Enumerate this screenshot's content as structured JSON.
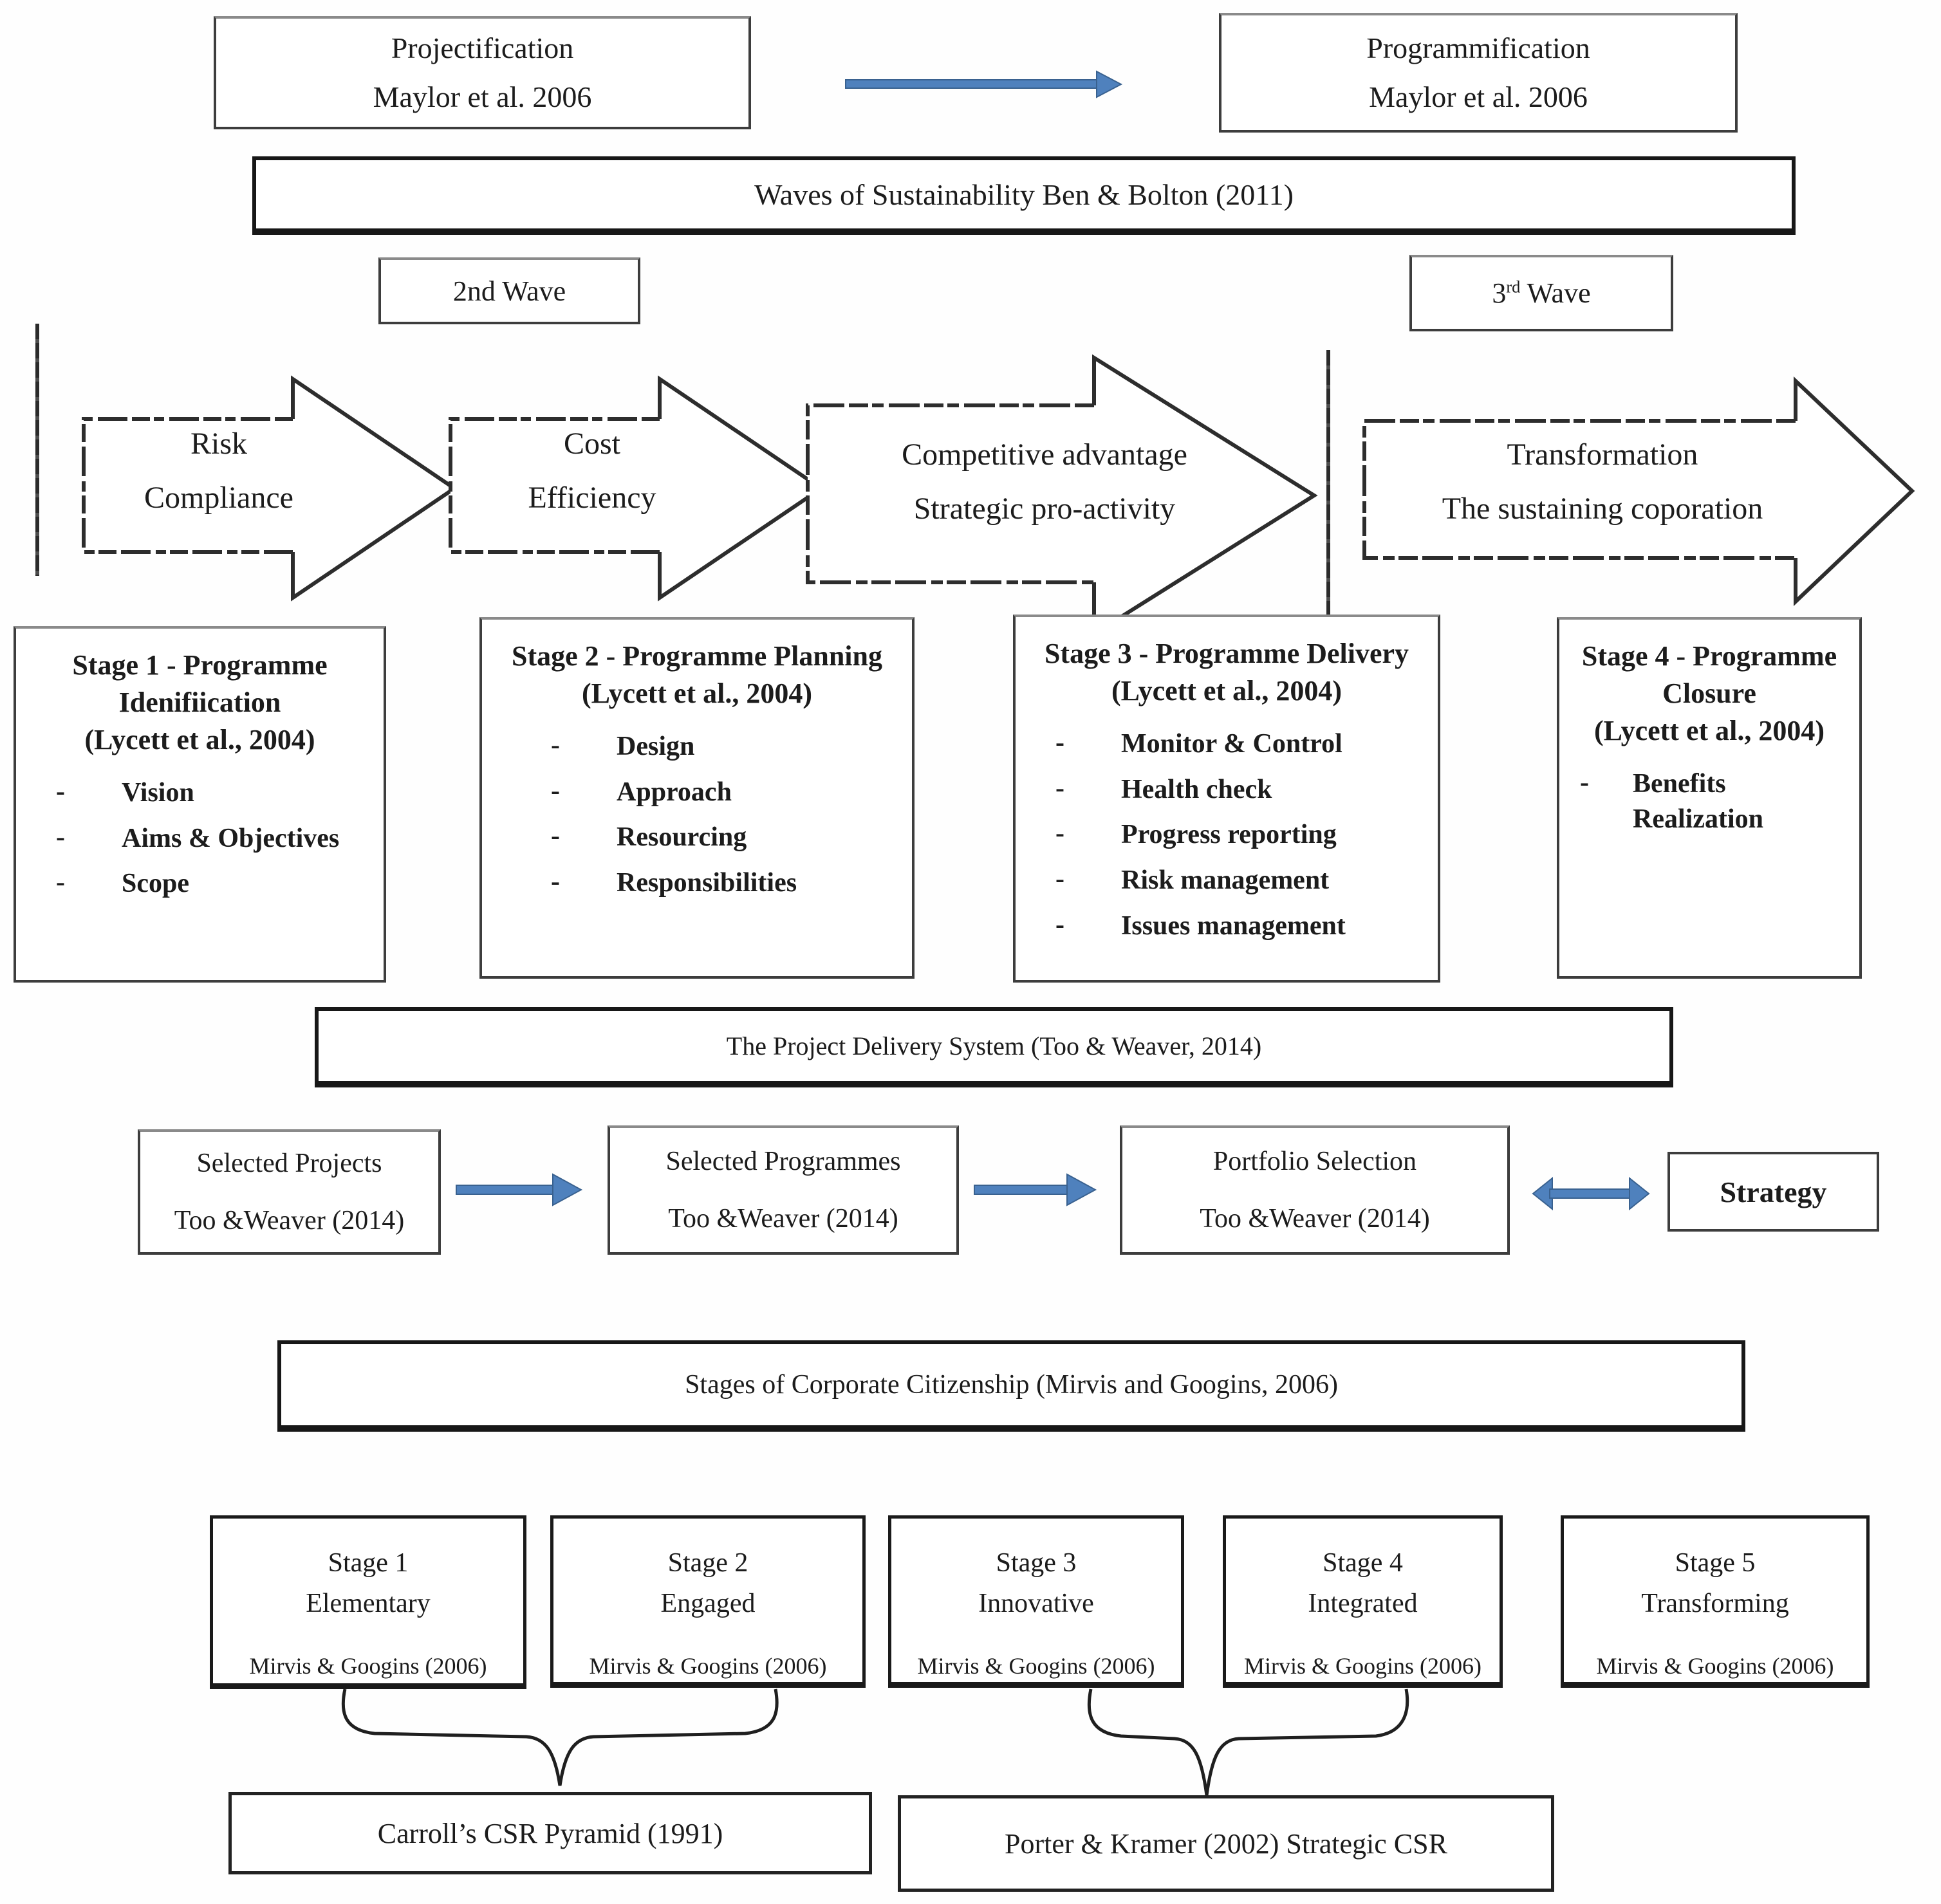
{
  "colors": {
    "accent_blue": "#4f81bd",
    "accent_blue_dark": "#39618f",
    "line": "#2d2d2d"
  },
  "top_flow": {
    "projectification": {
      "title": "Projectification",
      "cite": "Maylor et al. 2006"
    },
    "programmification": {
      "title": "Programmification",
      "cite": "Maylor et al. 2006"
    }
  },
  "banners": {
    "waves": "Waves of Sustainability Ben & Bolton (2011)",
    "delivery": "The Project Delivery System (Too & Weaver, 2014)",
    "citizenship": "Stages of Corporate Citizenship (Mirvis and Googins, 2006)"
  },
  "waves": {
    "second": "2nd Wave",
    "third_num": "3",
    "third_sup": "rd",
    "third_rest": " Wave"
  },
  "big_arrows": [
    {
      "line1": "Risk",
      "line2": "Compliance"
    },
    {
      "line1": "Cost",
      "line2": "Efficiency"
    },
    {
      "line1": "Competitive advantage",
      "line2": "Strategic pro-activity"
    },
    {
      "line1": "Transformation",
      "line2": "The sustaining coporation"
    }
  ],
  "programme_stages": [
    {
      "title": "Stage 1 - Programme Idenifiication",
      "cite": "(Lycett et al., 2004)",
      "items": [
        "Vision",
        "Aims & Objectives",
        "Scope"
      ]
    },
    {
      "title": "Stage 2 - Programme Planning",
      "cite": "(Lycett et al., 2004)",
      "items": [
        "Design",
        "Approach",
        "Resourcing",
        "Responsibilities"
      ]
    },
    {
      "title": "Stage 3 - Programme Delivery",
      "cite": "(Lycett et al., 2004)",
      "items": [
        "Monitor & Control",
        "Health check",
        "Progress reporting",
        "Risk management",
        "Issues management"
      ]
    },
    {
      "title": "Stage 4 - Programme Closure",
      "cite": "(Lycett et al., 2004)",
      "items": [
        "Benefits Realization"
      ]
    }
  ],
  "delivery_flow": [
    {
      "title": "Selected Projects",
      "cite": "Too &Weaver (2014)"
    },
    {
      "title": "Selected Programmes",
      "cite": "Too &Weaver (2014)"
    },
    {
      "title": "Portfolio Selection",
      "cite": "Too &Weaver (2014)"
    }
  ],
  "strategy_label": "Strategy",
  "citizenship_stages": [
    {
      "stage": "Stage 1",
      "name": "Elementary",
      "cite": "Mirvis & Googins (2006)"
    },
    {
      "stage": "Stage 2",
      "name": "Engaged",
      "cite": "Mirvis & Googins (2006)"
    },
    {
      "stage": "Stage 3",
      "name": "Innovative",
      "cite": "Mirvis & Googins (2006)"
    },
    {
      "stage": "Stage 4",
      "name": "Integrated",
      "cite": "Mirvis & Googins (2006)"
    },
    {
      "stage": "Stage 5",
      "name": "Transforming",
      "cite": "Mirvis & Googins (2006)"
    }
  ],
  "frameworks": {
    "carroll": "Carroll’s CSR Pyramid (1991)",
    "porter": "Porter & Kramer (2002) Strategic CSR"
  }
}
